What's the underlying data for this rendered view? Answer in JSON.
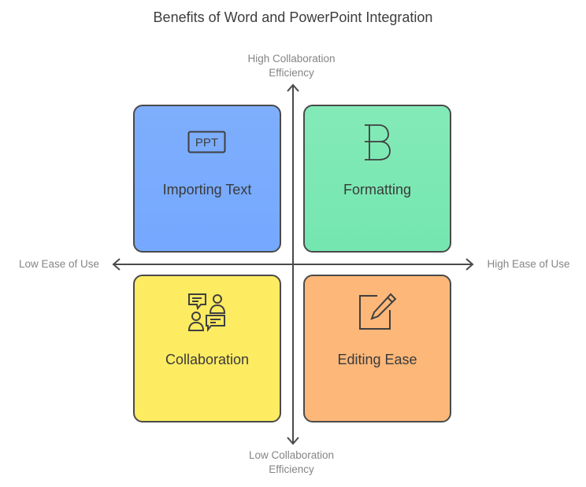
{
  "title": "Benefits of Word and PowerPoint Integration",
  "axes": {
    "top_label": [
      "High Collaboration",
      "Efficiency"
    ],
    "bottom_label": [
      "Low Collaboration",
      "Efficiency"
    ],
    "left_label": "Low Ease of Use",
    "right_label": "High Ease of Use"
  },
  "quadrants": [
    {
      "position": "top-left",
      "label": "Importing Text",
      "icon": "ppt-icon",
      "icon_text": "PPT",
      "color": "#7aacfe"
    },
    {
      "position": "top-right",
      "label": "Formatting",
      "icon": "bold-b-icon",
      "icon_text": "B",
      "color": "#80e9b5"
    },
    {
      "position": "bottom-left",
      "label": "Collaboration",
      "icon": "collaboration-chat-icon",
      "color": "#fdeb62"
    },
    {
      "position": "bottom-right",
      "label": "Editing Ease",
      "icon": "edit-pencil-icon",
      "color": "#fcb779"
    }
  ],
  "colors": {
    "axis": "#4a4a4a",
    "axis_text": "#858585",
    "title_text": "#3d3d3d"
  }
}
